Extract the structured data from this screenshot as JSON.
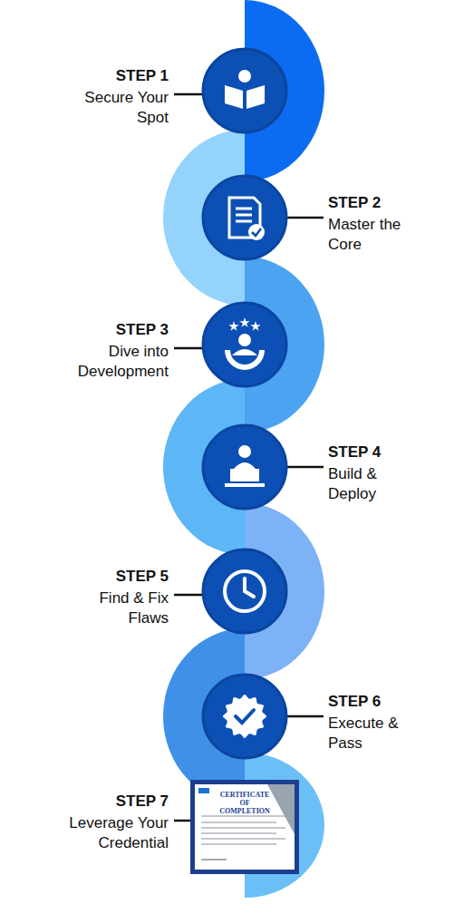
{
  "diagram": {
    "nodes": [
      {
        "text": [
          "STEP 1",
          "Secure Your Spot"
        ]
      },
      {
        "text": [
          "STEP 2",
          "Master the Core"
        ]
      },
      {
        "text": [
          "STEP 3",
          "Dive into Development"
        ]
      },
      {
        "text": [
          "STEP 4",
          "Build & Deploy"
        ]
      },
      {
        "text": [
          "STEP 5",
          "Find & Fix Flaws"
        ]
      },
      {
        "text": [
          "STEP 6",
          "Execute & Pass"
        ]
      },
      {
        "text": [
          "STEP 7",
          "Leverage Your Credential"
        ]
      }
    ],
    "labels": [
      "CERTIFICATE OF COMPLETION"
    ]
  }
}
